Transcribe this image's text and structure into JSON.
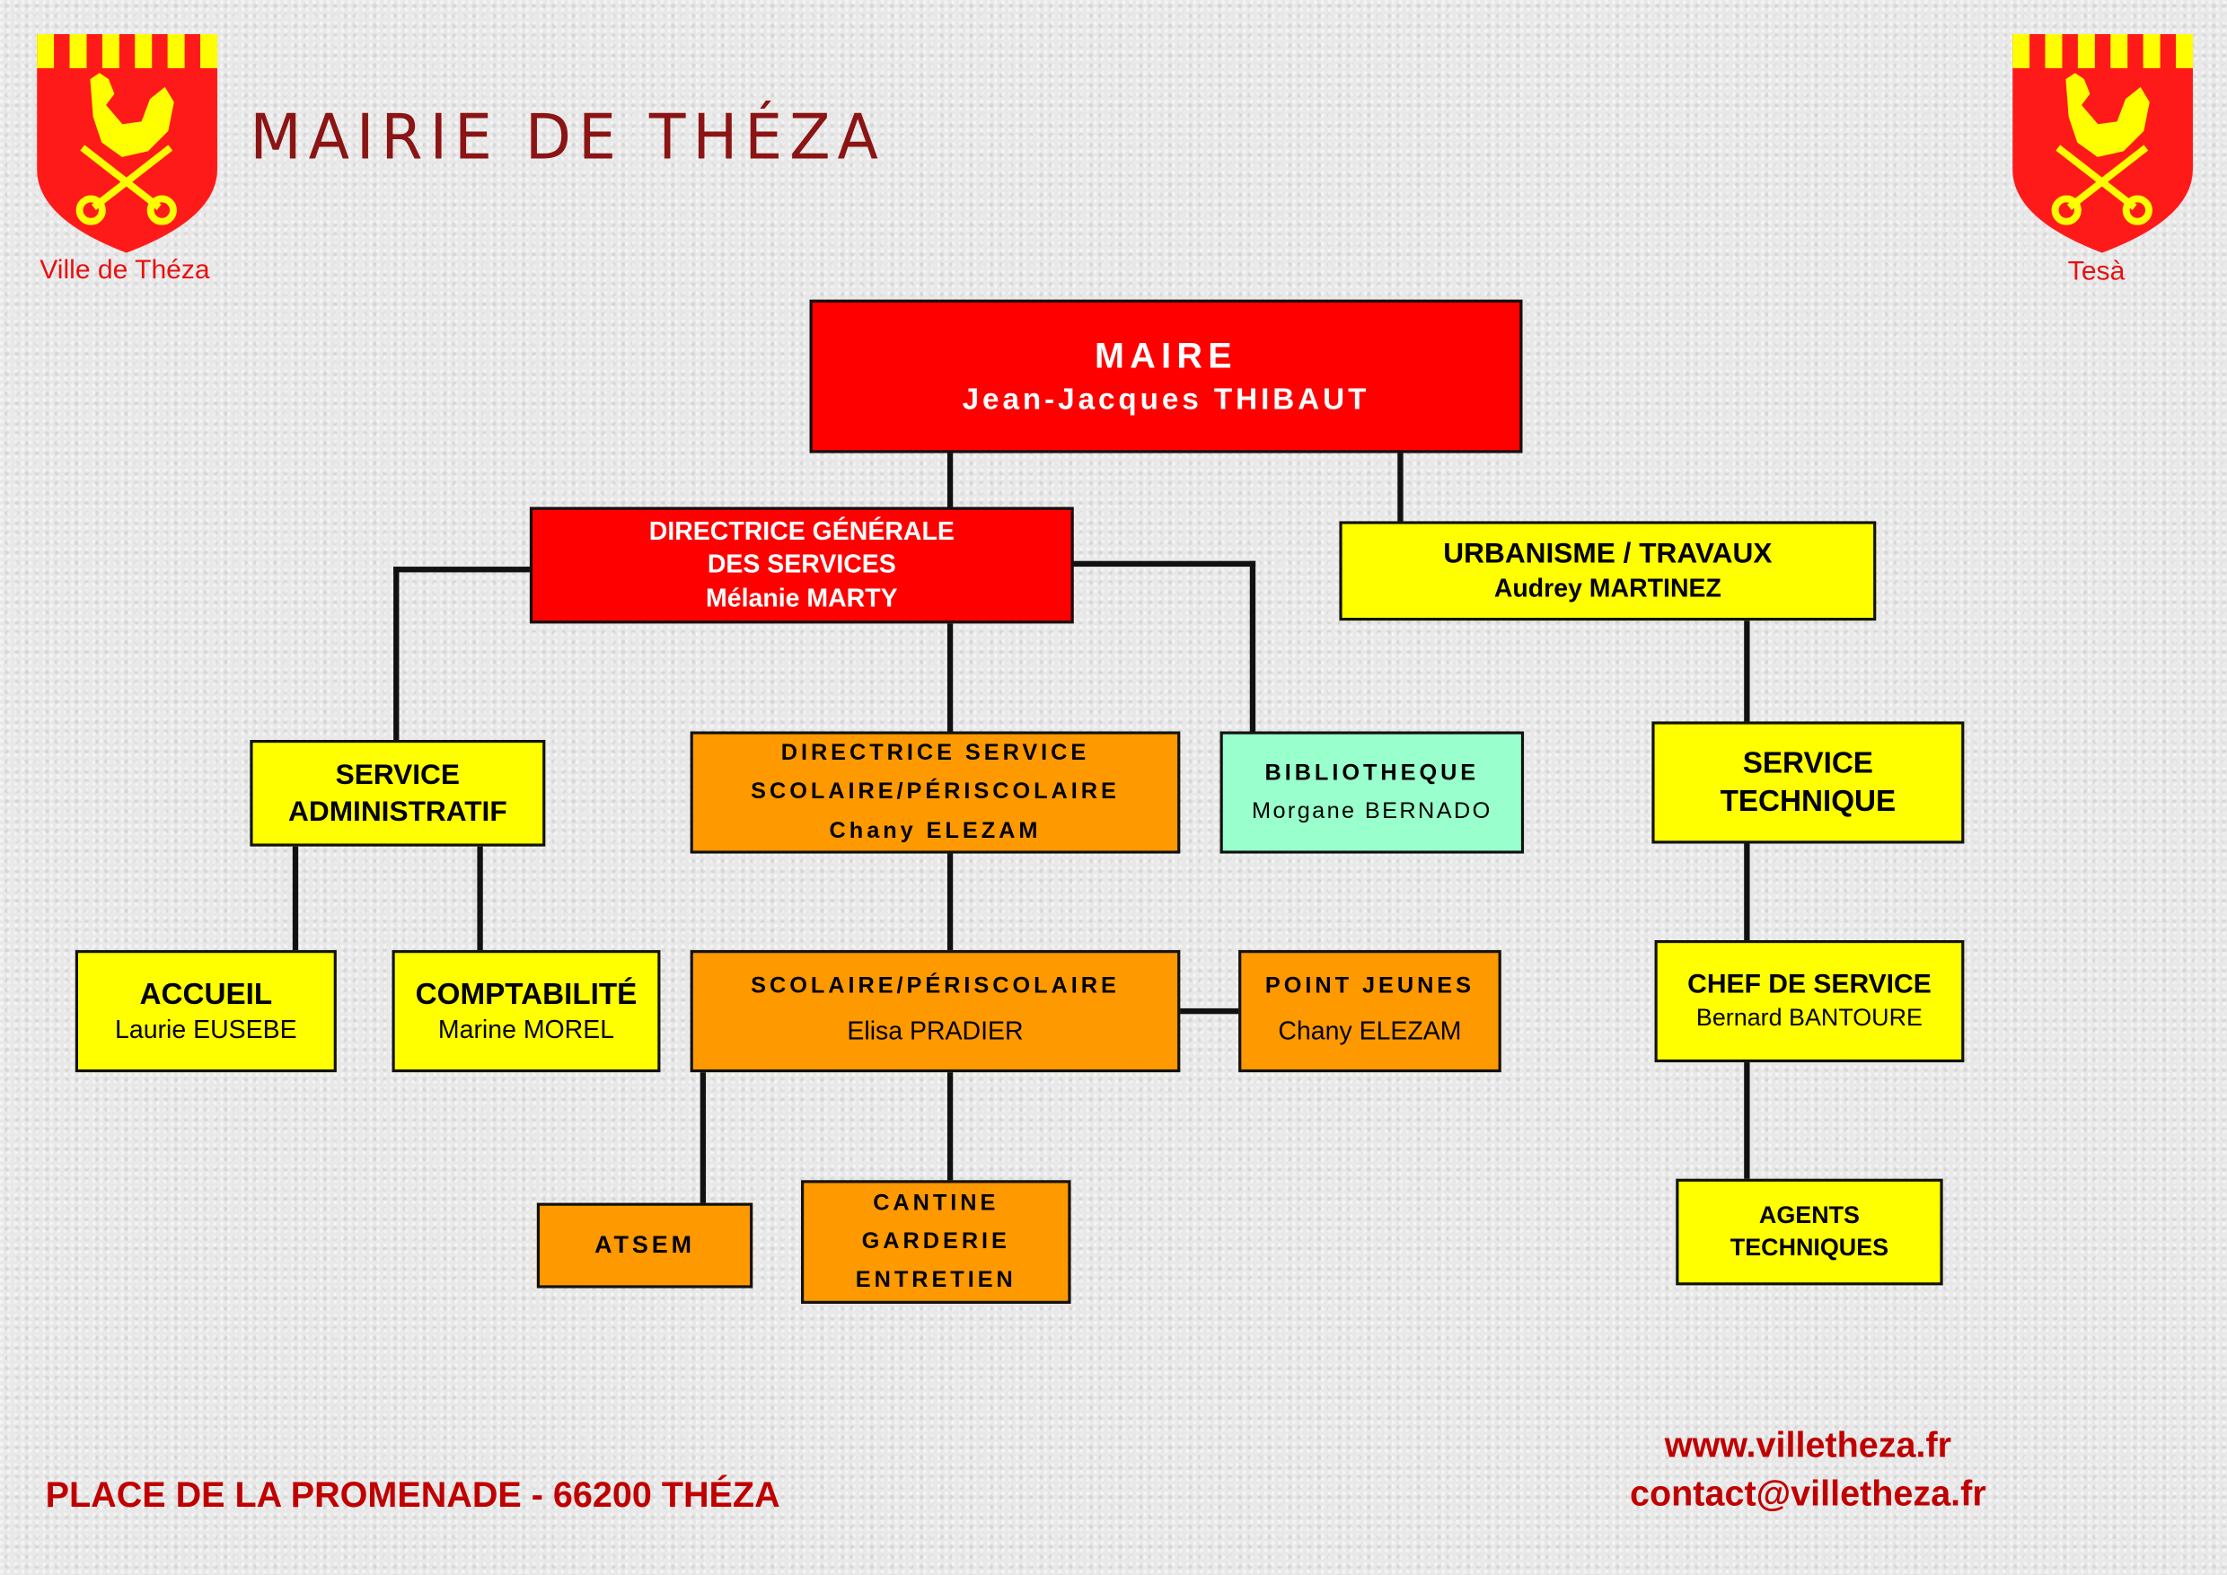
{
  "header": {
    "title": "MAIRIE DE THÉZA",
    "left_logo_caption": "Ville de Théza",
    "right_logo_caption": "Tesà"
  },
  "colors": {
    "red": "#ff0000",
    "yellow": "#ffff00",
    "orange": "#ff9900",
    "mint": "#99ffcc",
    "title": "#8b1414",
    "footer": "#c00000"
  },
  "org": {
    "maire": {
      "role": "MAIRE",
      "name": "Jean-Jacques THIBAUT"
    },
    "dgs": {
      "role1": "DIRECTRICE GÉNÉRALE",
      "role2": "DES SERVICES",
      "name": "Mélanie MARTY"
    },
    "urbanisme": {
      "role": "URBANISME / TRAVAUX",
      "name": "Audrey MARTINEZ"
    },
    "service_admin": {
      "line1": "SERVICE",
      "line2": "ADMINISTRATIF"
    },
    "dir_scolaire": {
      "line1": "DIRECTRICE SERVICE",
      "line2": "SCOLAIRE/PÉRISCOLAIRE",
      "name": "Chany ELEZAM"
    },
    "bibliotheque": {
      "role": "BIBLIOTHEQUE",
      "name": "Morgane BERNADO"
    },
    "service_technique": {
      "line1": "SERVICE",
      "line2": "TECHNIQUE"
    },
    "accueil": {
      "role": "ACCUEIL",
      "name": "Laurie EUSEBE"
    },
    "comptabilite": {
      "role": "COMPTABILITÉ",
      "name": "Marine MOREL"
    },
    "scolaire": {
      "role": "SCOLAIRE/PÉRISCOLAIRE",
      "name": "Elisa PRADIER"
    },
    "point_jeunes": {
      "role": "POINT JEUNES",
      "name": "Chany ELEZAM"
    },
    "chef_service": {
      "role": "CHEF DE SERVICE",
      "name": "Bernard BANTOURE"
    },
    "atsem": {
      "role": "ATSEM"
    },
    "cantine": {
      "line1": "CANTINE",
      "line2": "GARDERIE",
      "line3": "ENTRETIEN"
    },
    "agents": {
      "line1": "AGENTS",
      "line2": "TECHNIQUES"
    }
  },
  "footer": {
    "address": "PLACE DE LA PROMENADE - 66200 THÉZA",
    "website": "www.villetheza.fr",
    "email": "contact@villetheza.fr"
  }
}
